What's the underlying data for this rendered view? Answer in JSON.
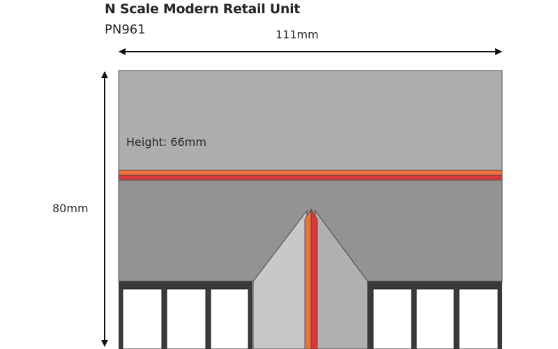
{
  "title": "N Scale Modern Retail Unit",
  "product_code": "PN961",
  "dimensions": {
    "width": "111mm",
    "depth": "80mm",
    "height": "Height: 66mm"
  },
  "colors": {
    "upper_roof": "#adadad",
    "lower_roof": "#939393",
    "stripe_orange": "#f07039",
    "stripe_red": "#d9383c",
    "gable_left": "#c8c8c8",
    "gable_right": "#b0b0b0",
    "frame": "#3a3a3a",
    "window": "#ffffff",
    "outline": "#333333"
  }
}
